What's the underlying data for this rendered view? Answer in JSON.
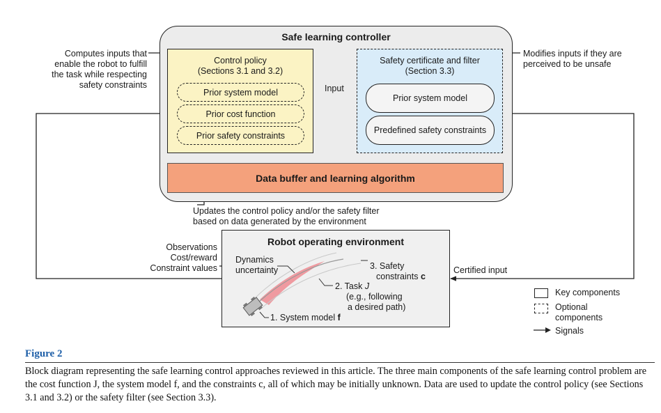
{
  "controller": {
    "title": "Safe learning controller",
    "policy": {
      "title_line1": "Control policy",
      "title_line2": "(Sections 3.1 and 3.2)",
      "items": [
        "Prior system model",
        "Prior cost function",
        "Prior safety constraints"
      ]
    },
    "input_label": "Input",
    "filter": {
      "title_line1": "Safety certificate and filter",
      "title_line2": "(Section 3.3)",
      "items": [
        "Prior system model",
        "Predefined safety constraints"
      ]
    },
    "buffer_label": "Data buffer and learning algorithm"
  },
  "annotations": {
    "left": [
      "Computes inputs that",
      "enable the robot to fulfill",
      "the task while respecting",
      "safety constraints"
    ],
    "right": [
      "Modifies inputs if they are",
      "perceived to be unsafe"
    ],
    "updates": [
      "Updates the control policy and/or the safety filter",
      "based on data generated by the environment"
    ]
  },
  "environment": {
    "title": "Robot operating environment",
    "outputs": [
      "Observations",
      "Cost/reward",
      "Constraint values"
    ],
    "certified_input": "Certified input",
    "dynamics": [
      "Dynamics",
      "uncertainty"
    ],
    "safety": [
      "3. Safety",
      "constraints"
    ],
    "safety_symbol": "c",
    "task_prefix": "2. Task",
    "task_symbol": "J",
    "task_detail": [
      "(e.g., following",
      "a desired path)"
    ],
    "model_prefix": "1. System model",
    "model_symbol": "f"
  },
  "legend": {
    "key": "Key components",
    "optional_line1": "Optional",
    "optional_line2": "components",
    "signals": "Signals"
  },
  "caption": {
    "label": "Figure 2",
    "text": "Block diagram representing the safe learning control approaches reviewed in this article. The three main components of the safe learning control problem are the cost function J, the system model f, and the constraints c, all of which may be initially unknown. Data are used to update the control policy (see Sections 3.1 and 3.2) or the safety filter (see Section 3.3)."
  },
  "colors": {
    "policy_fill": "#fbf3c4",
    "filter_fill": "#d9ecf9",
    "buffer_fill": "#f4a17c",
    "controller_fill": "#ececec",
    "caption_label": "#1e5fa8"
  }
}
